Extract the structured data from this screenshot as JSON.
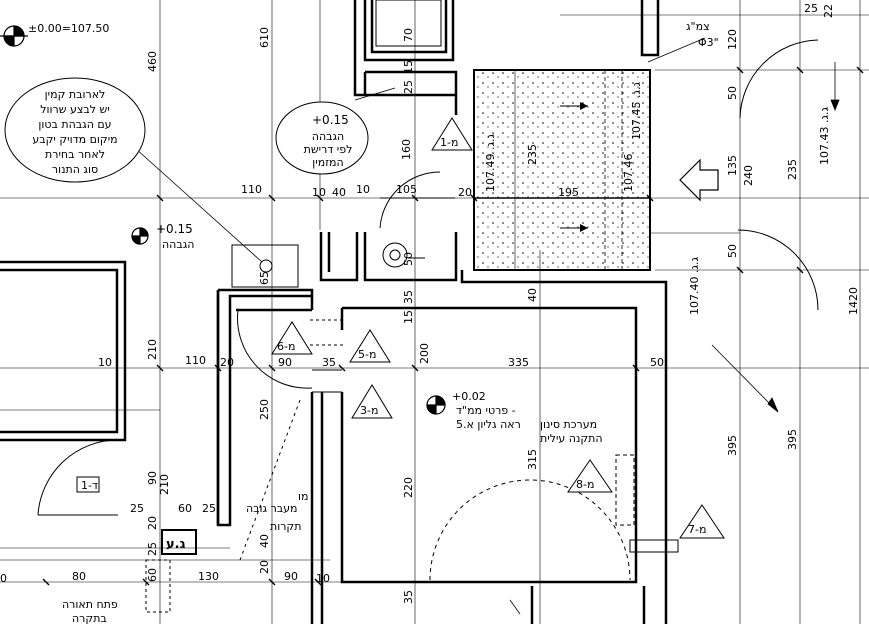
{
  "header": {
    "level_ref": "±0.00=107.50"
  },
  "notes": {
    "bubble_left": [
      "לארובת קמין",
      "יש לבצע שרוול",
      "עם הגבהת בטון",
      "מיקום מדויק יקבע",
      "לאחר בחירת",
      "סוג התנור"
    ],
    "bubble_mid_level": "+0.15",
    "bubble_mid": [
      "הגבהה",
      "לפי דרישת",
      "המזמין"
    ],
    "raise_level": "+0.15",
    "raise_label": "הגבהה",
    "shelter_level": "+0.02",
    "shelter_line1": "פרטי ממ\"ד -",
    "shelter_line2": "ראה גליון א.5",
    "filter_line1": "מערכת סינון",
    "filter_line2": "התקנה עילית",
    "wall_line1": "מו",
    "wall_line2": "מעבר גובה",
    "wall_line3": "תקרות",
    "light_line1": "פתח תאורה",
    "light_line2": "בתקרה",
    "gas_label": "צמ\"ג",
    "gas_dim": "Φ3\"",
    "gate_label": "ג.ע"
  },
  "tags": {
    "m1": "מ-1",
    "m3": "מ-3",
    "m5": "מ-5",
    "m6": "מ-6",
    "m7": "מ-7",
    "m8": "מ-8",
    "door": "ד-1"
  },
  "levels": {
    "g1": "107.49 .ג.ג",
    "g2": "107.45 .ג.ג",
    "g3": "107.46",
    "g4": "107.40 .ג.ג",
    "g5": "107.43 .ג.ג"
  },
  "dims": {
    "d460": "460",
    "d610": "610",
    "d110a": "110",
    "d10a": "10",
    "d40": "40",
    "d10b": "10",
    "d105": "105",
    "d20a": "20",
    "d195": "195",
    "d235a": "235",
    "d70": "70",
    "d25a": "25",
    "d15a": "15",
    "d160": "160",
    "d50a": "50",
    "d65": "65",
    "d35a": "35",
    "d40b": "40",
    "d15b": "15",
    "d10c": "10",
    "d210a": "210",
    "d110b": "110",
    "d20b": "20",
    "d90a": "90",
    "d35b": "35",
    "d200": "200",
    "d335": "335",
    "d50b": "50",
    "d250": "250",
    "d315": "315",
    "d220": "220",
    "d90b": "90",
    "d210b": "210",
    "d25b": "25",
    "d60a": "60",
    "d25c": "25",
    "d20c": "20",
    "d25d": "25",
    "d40c": "40",
    "d20d": "20",
    "d80": "80",
    "d130": "130",
    "d90c": "90",
    "d10d": "10",
    "d60b": "60",
    "d35c": "35",
    "d120": "120",
    "d50c": "50",
    "d135": "135",
    "d240": "240",
    "d235b": "235",
    "d50d": "50",
    "d395a": "395",
    "d395b": "395",
    "d1420": "1420",
    "d0": "0",
    "d25e": "25",
    "d22": "22"
  },
  "colors": {
    "ink": "#000000",
    "paper": "#ffffff"
  }
}
